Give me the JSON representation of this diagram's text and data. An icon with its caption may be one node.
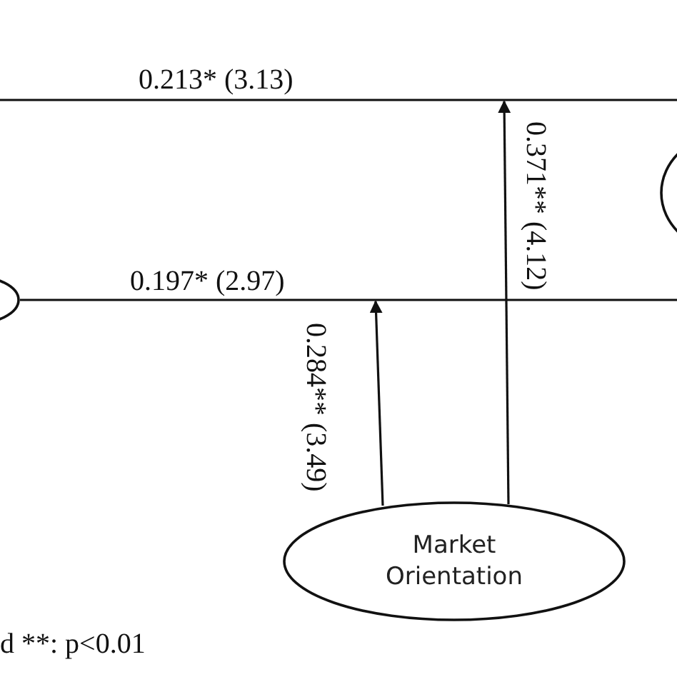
{
  "diagram": {
    "nodes": [
      {
        "text": [],
        "shape": "ellipse"
      },
      {
        "text": [],
        "shape": "ellipse"
      },
      {
        "text": [
          "Market Orientation"
        ]
      }
    ],
    "edges": [
      {
        "from": null,
        "to": 1,
        "arrow": "none",
        "label": "0.213* (3.13)"
      },
      {
        "from": 0,
        "to": null,
        "arrow": "none",
        "label": "0.197* (2.97)"
      },
      {
        "from": 2,
        "to": null,
        "arrow": "to",
        "label": "0.371** (4.12)"
      },
      {
        "from": 2,
        "to": null,
        "arrow": "to",
        "label": "0.284** (3.49)"
      }
    ],
    "labels": [
      "d **: p<0.01"
    ]
  }
}
